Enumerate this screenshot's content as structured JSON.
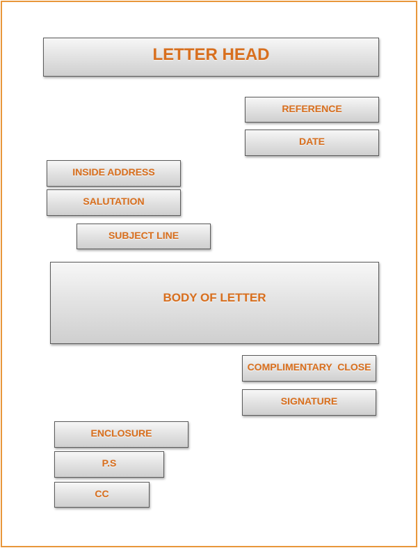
{
  "diagram": {
    "letter_head": "LETTER HEAD",
    "reference": "REFERENCE",
    "date": "DATE",
    "inside_address": "INSIDE ADDRESS",
    "salutation": "SALUTATION",
    "subject_line": "SUBJECT LINE",
    "body_of_letter": "BODY OF LETTER",
    "complimentary_close": "COMPLIMENTARY  CLOSE",
    "signature": "SIGNATURE",
    "enclosure": "ENCLOSURE",
    "ps": "P.S",
    "cc": "CC"
  },
  "colors": {
    "border": "#e8963a",
    "text": "#d86f1e",
    "box_fill": "#e4e4e4"
  }
}
